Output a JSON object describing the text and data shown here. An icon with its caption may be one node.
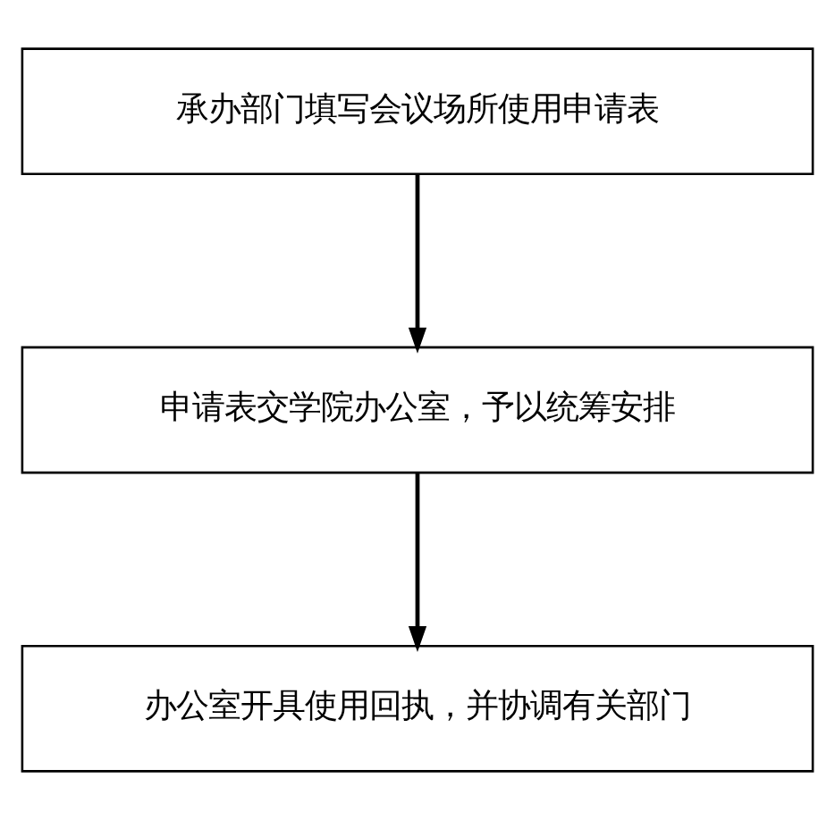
{
  "diagram": {
    "nodes": [
      {
        "text": [
          "承办部门填写会议场所使用申请表"
        ]
      },
      {
        "text": [
          "申请表交学院办公室，予以统筹安排"
        ]
      },
      {
        "text": [
          "办公室开具使用回执，并协调有关部门"
        ]
      }
    ],
    "edges": [
      {
        "from": 0,
        "to": 1,
        "arrow": "to"
      },
      {
        "from": 1,
        "to": 2,
        "arrow": "to"
      }
    ]
  }
}
